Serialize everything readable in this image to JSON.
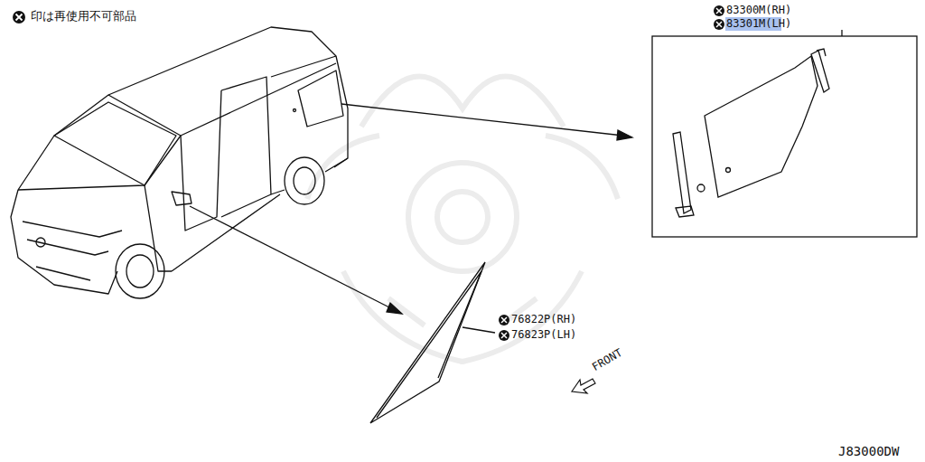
{
  "diagram": {
    "labels": [
      "印は再使用不可部品",
      "83300M(RH)",
      "83301M(LH)",
      "76822P(RH)",
      "76823P(LH)",
      "FRONT",
      "J83000DW"
    ]
  }
}
